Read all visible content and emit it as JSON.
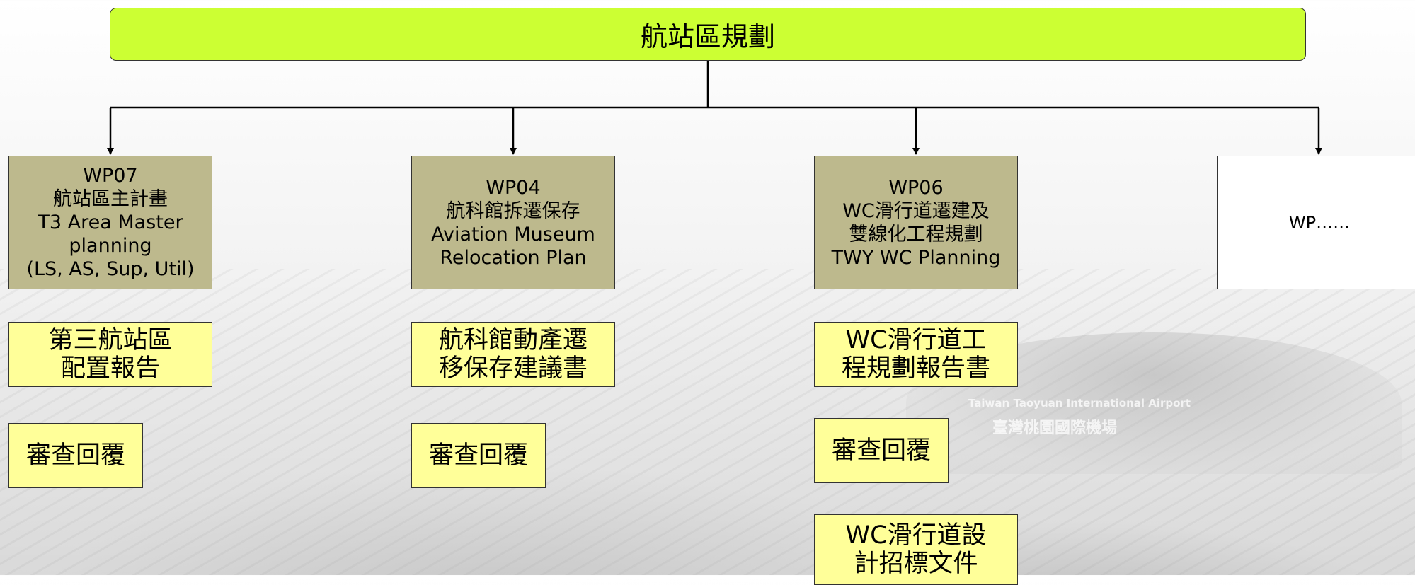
{
  "diagram": {
    "root": {
      "label": "航站區規劃"
    },
    "work_packages": [
      {
        "id": "WP07",
        "lines": [
          "WP07",
          "航站區主計畫",
          "T3 Area Master",
          "planning",
          "(LS, AS, Sup, Util)"
        ]
      },
      {
        "id": "WP04",
        "lines": [
          "WP04",
          "航科館拆遷保存",
          "Aviation Museum",
          "Relocation Plan"
        ]
      },
      {
        "id": "WP06",
        "lines": [
          "WP06",
          "WC滑行道遷建及",
          "雙線化工程規劃",
          "TWY WC Planning"
        ]
      },
      {
        "id": "WP...",
        "lines": [
          "WP……"
        ]
      }
    ],
    "deliverables": [
      {
        "parent": "WP07",
        "lines": [
          "第三航站區",
          "配置報告"
        ]
      },
      {
        "parent": "WP07",
        "lines": [
          "審查回覆"
        ]
      },
      {
        "parent": "WP04",
        "lines": [
          "航科館動產遷",
          "移保存建議書"
        ]
      },
      {
        "parent": "WP04",
        "lines": [
          "審查回覆"
        ]
      },
      {
        "parent": "WP06",
        "lines": [
          "WC滑行道工",
          "程規劃報告書"
        ]
      },
      {
        "parent": "WP06",
        "lines": [
          "審查回覆"
        ]
      },
      {
        "parent": "WP06",
        "lines": [
          "WC滑行道設",
          "計招標文件"
        ]
      }
    ]
  },
  "background_watermark": {
    "english": "Taiwan Taoyuan International Airport",
    "chinese": "臺灣桃園國際機場"
  },
  "colors": {
    "root_fill": "#ccff33",
    "work_package_fill": "#bdb98d",
    "deliverable_fill": "#ffff99",
    "connector": "#000000"
  }
}
